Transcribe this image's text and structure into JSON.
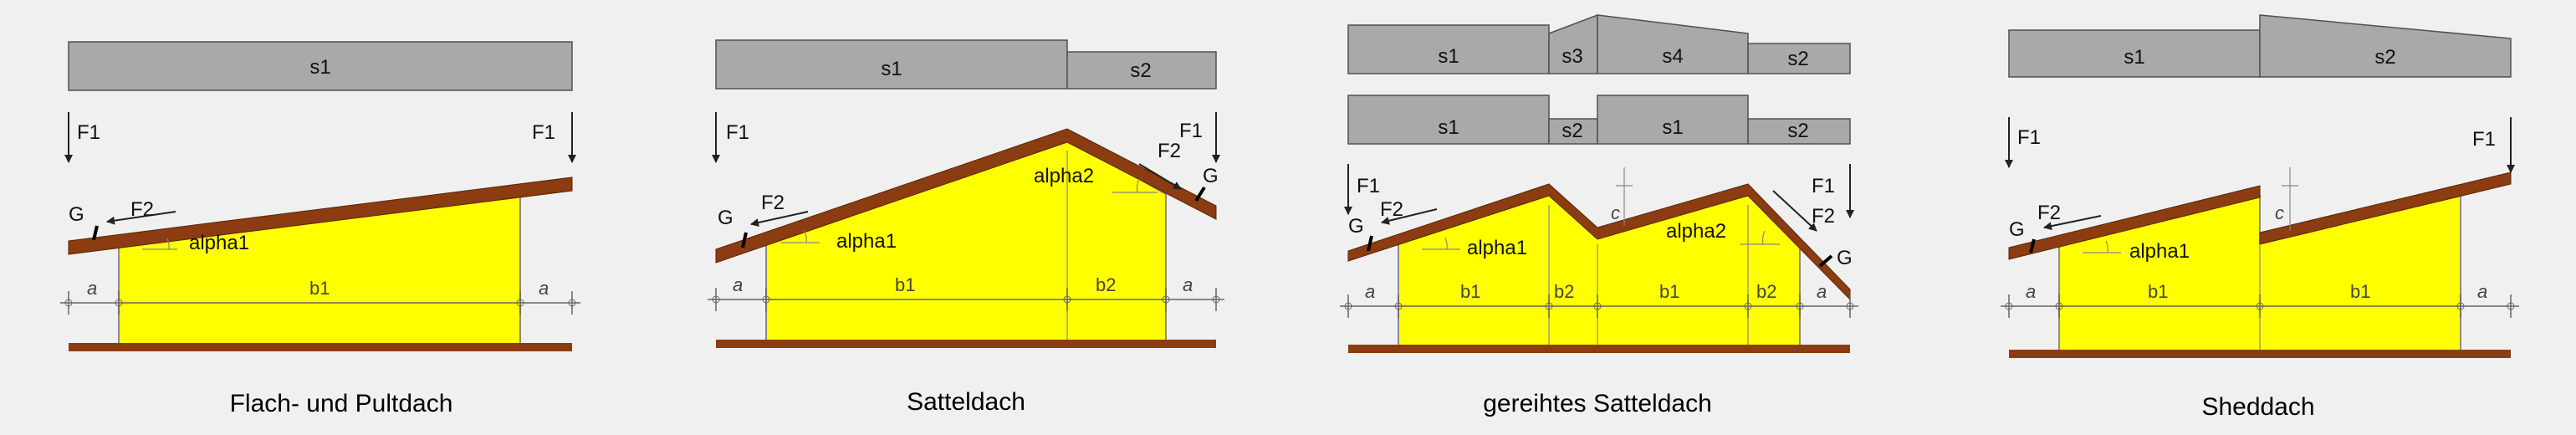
{
  "panels": [
    {
      "caption": "Flach- und Pultdach",
      "segments": [
        "s1"
      ],
      "forces": [
        "F1",
        "F1",
        "F2",
        "G"
      ],
      "angles": [
        "alpha1"
      ],
      "dims": [
        "a",
        "b1",
        "a"
      ]
    },
    {
      "caption": "Satteldach",
      "segments": [
        "s1",
        "s2"
      ],
      "forces": [
        "F1",
        "F1",
        "F2",
        "F2",
        "G",
        "G"
      ],
      "angles": [
        "alpha1",
        "alpha2"
      ],
      "dims": [
        "a",
        "b1",
        "b2",
        "a"
      ]
    },
    {
      "caption": "gereihtes Satteldach",
      "segments_top": [
        "s1",
        "s3",
        "s4",
        "s2"
      ],
      "segments_bottom": [
        "s1",
        "s2",
        "s1",
        "s2"
      ],
      "forces": [
        "F1",
        "F2",
        "G",
        "F1",
        "F2",
        "G"
      ],
      "angles": [
        "alpha1",
        "alpha2"
      ],
      "heights": [
        "c"
      ],
      "dims": [
        "a",
        "b1",
        "b2",
        "b1",
        "b2",
        "a"
      ]
    },
    {
      "caption": "Sheddach",
      "segments": [
        "s1",
        "s2"
      ],
      "forces": [
        "F1",
        "F1",
        "F2",
        "G"
      ],
      "angles": [
        "alpha1"
      ],
      "heights": [
        "c"
      ],
      "dims": [
        "a",
        "b1",
        "b1",
        "a"
      ]
    }
  ]
}
